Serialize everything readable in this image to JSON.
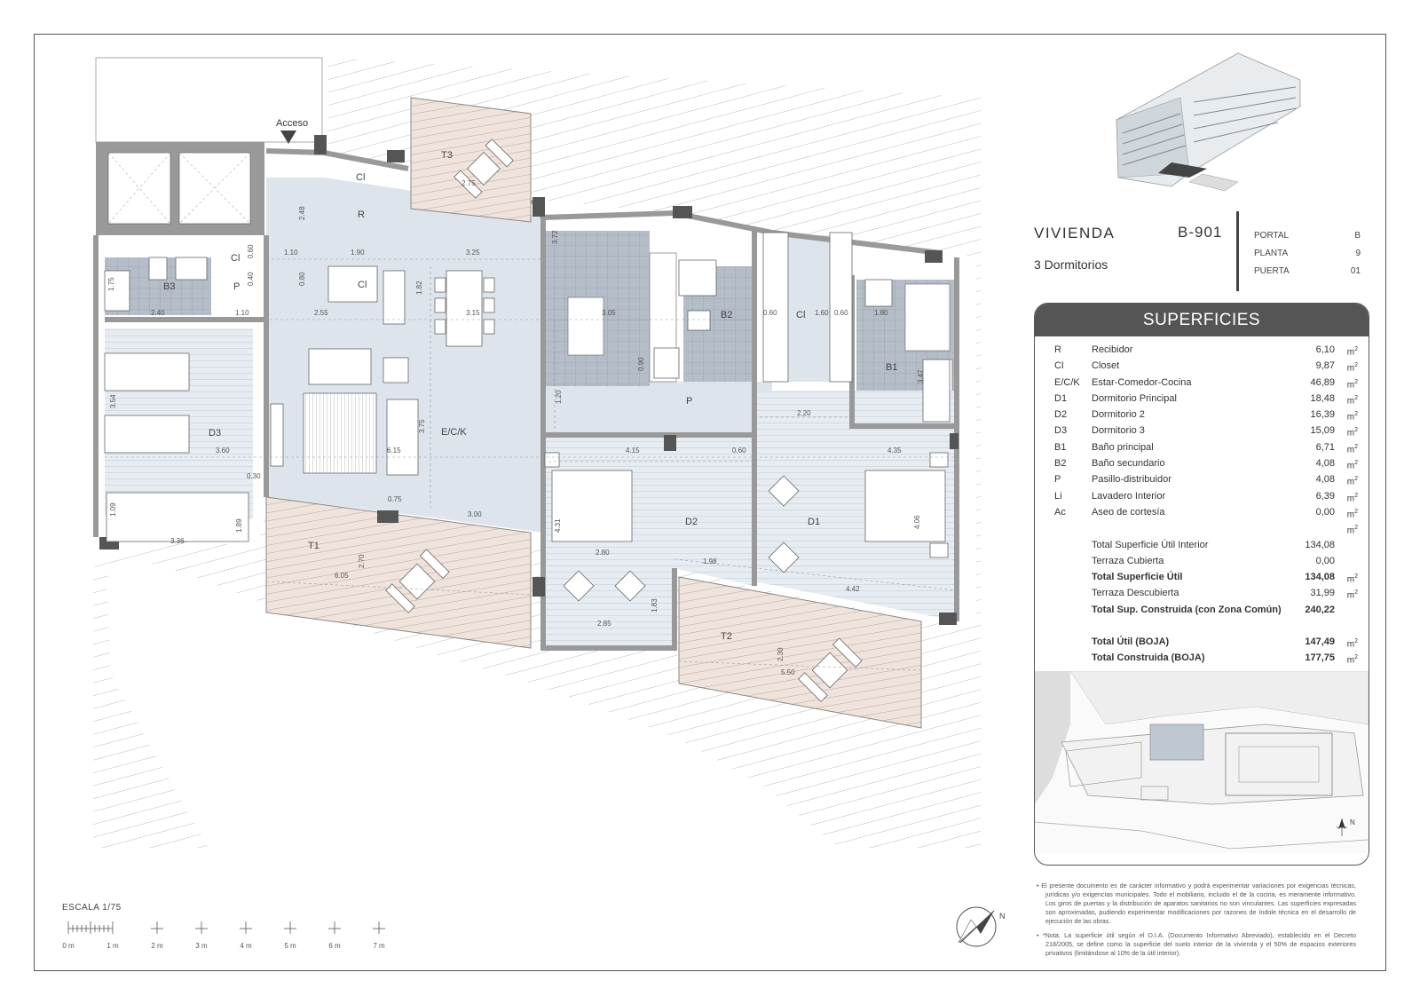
{
  "access_label": "Acceso",
  "rooms": {
    "R": "R",
    "Cl_top": "Cl",
    "Cl_b3": "Cl",
    "Cl_mid": "Cl",
    "Cl_right": "Cl",
    "B3": "B3",
    "P_b3": "P",
    "D3": "D3",
    "ECK": "E/C/K",
    "T3": "T3",
    "T1": "T1",
    "T2": "T2",
    "B2": "B2",
    "B1": "B1",
    "P_hall": "P",
    "D2": "D2",
    "D1": "D1"
  },
  "dimensions": {
    "d_275": "2.75",
    "d_248": "2.48",
    "d_110a": "1.10",
    "d_190": "1.90",
    "d_325": "3.25",
    "d_060a": "0.60",
    "d_040": "0.40",
    "d_080": "0.80",
    "d_182": "1.82",
    "d_372": "3.72",
    "d_175": "1.75",
    "d_240": "2.40",
    "d_110b": "1.10",
    "d_255": "2.55",
    "d_315": "3.15",
    "d_305": "3.05",
    "d_060b": "0.60",
    "d_160": "1.60",
    "d_060c": "0.60",
    "d_180": "1.80",
    "d_090": "0.90",
    "d_347": "3.47",
    "d_120": "1.20",
    "d_220": "2.20",
    "d_354": "3.54",
    "d_360": "3.60",
    "d_615": "6.15",
    "d_375": "3.75",
    "d_415": "4.15",
    "d_060d": "0.60",
    "d_435": "4.35",
    "d_030": "0.30",
    "d_075": "0.75",
    "d_300": "3.00",
    "d_109": "1.09",
    "d_189": "1.89",
    "d_336": "3.36",
    "d_431": "4.31",
    "d_406": "4.06",
    "d_270": "2.70",
    "d_605": "6.05",
    "d_280": "2.80",
    "d_198": "1.98",
    "d_442": "4.42",
    "d_183": "1.83",
    "d_285": "2.85",
    "d_230": "2.30",
    "d_550": "5.50"
  },
  "header": {
    "title": "VIVIENDA",
    "code": "B-901",
    "subtitle": "3 Dormitorios",
    "location": [
      {
        "label": "PORTAL",
        "value": "B"
      },
      {
        "label": "PLANTA",
        "value": "9"
      },
      {
        "label": "PUERTA",
        "value": "01"
      }
    ]
  },
  "superficies": {
    "title": "SUPERFICIES",
    "unit": "m",
    "unit_exp": "2",
    "rooms": [
      {
        "abbr": "R",
        "name": "Recibidor",
        "value": "6,10"
      },
      {
        "abbr": "Cl",
        "name": "Closet",
        "value": "9,87"
      },
      {
        "abbr": "E/C/K",
        "name": "Estar-Comedor-Cocina",
        "value": "46,89"
      },
      {
        "abbr": "D1",
        "name": "Dormitorio Principal",
        "value": "18,48"
      },
      {
        "abbr": "D2",
        "name": "Dormitorio 2",
        "value": "16,39"
      },
      {
        "abbr": "D3",
        "name": "Dormitorio 3",
        "value": "15,09"
      },
      {
        "abbr": "B1",
        "name": "Baño principal",
        "value": "6,71"
      },
      {
        "abbr": "B2",
        "name": "Baño secundario",
        "value": "4,08"
      },
      {
        "abbr": "P",
        "name": "Pasillo-distribuidor",
        "value": "4,08"
      },
      {
        "abbr": "Li",
        "name": "Lavadero Interior",
        "value": "6,39"
      },
      {
        "abbr": "Ac",
        "name": "Aseo de cortesía",
        "value": "0,00"
      }
    ],
    "totals": [
      {
        "name": "Total Superficie Útil Interior",
        "value": "134,08",
        "bold": false,
        "unit": false
      },
      {
        "name": "Terraza Cubierta",
        "value": "0,00",
        "bold": false,
        "unit": false
      },
      {
        "name": "Total Superficie Útil",
        "value": "134,08",
        "bold": true,
        "unit": true
      },
      {
        "name": "Terraza Descubierta",
        "value": "31,99",
        "bold": false,
        "unit": true
      },
      {
        "name": "Total Sup. Construida (con Zona Común)",
        "value": "240,22",
        "bold": true,
        "unit": false
      }
    ],
    "boja": [
      {
        "name": "Total Útil (BOJA)",
        "value": "147,49"
      },
      {
        "name": "Total Construida (BOJA)",
        "value": "177,75"
      }
    ]
  },
  "scale": {
    "title": "ESCALA 1/75",
    "ticks": [
      "0 m",
      "1 m",
      "2 m",
      "3 m",
      "4 m",
      "5 m",
      "6 m",
      "7 m"
    ]
  },
  "north_label": "N",
  "notes": [
    "El presente documento es de carácter informativo y podrá experimentar variaciones por exigencias técnicas, jurídicas y/o exigencias municipales. Todo el mobiliario, incluido el de la cocina, es meramente informativo. Los giros de puertas y la distribución de aparatos sanitarios no son vinculantes. Las superficies expresadas son aproximadas, pudiendo experimentar modificaciones por razones de índole técnica en el desarrollo de ejecución de las obras.",
    "*Nota: La superficie útil según el D.I.A. (Documento Informativo Abreviado), establecido en el Decreto 218/2005, se define como la superficie del suelo interior de la vivienda y el 50% de espacios exteriores privativos (limitándose al 10% de la útil interior)."
  ]
}
